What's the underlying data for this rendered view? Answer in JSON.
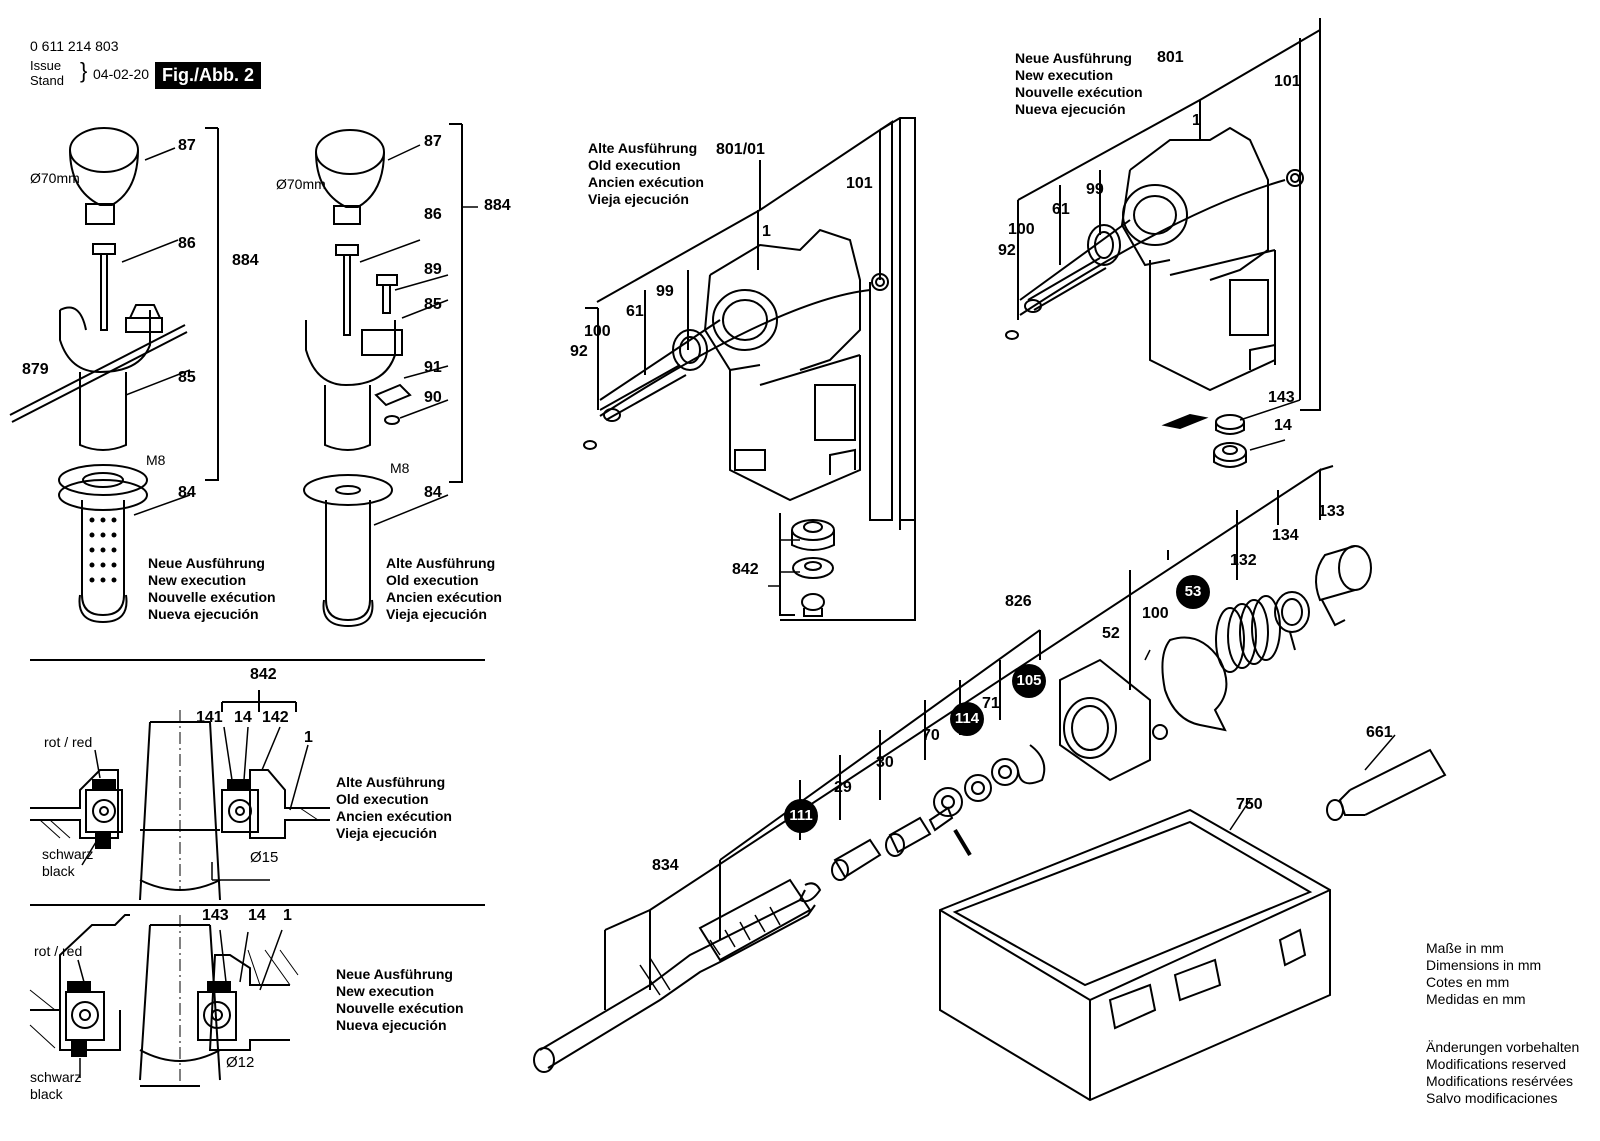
{
  "header": {
    "part_number": "0 611 214 803",
    "issue_label": "Issue\nStand",
    "date": "04-02-20",
    "figure": "Fig./Abb. 2"
  },
  "captions": {
    "new_execution": "Neue Ausführung\nNew execution\nNouvelle exécution\nNueva ejecución",
    "old_execution": "Alte Ausführung\nOld execution\nAncien exécution\nVieja ejecución",
    "dimensions": "Maße in mm\nDimensions in mm\nCotes en mm\nMedidas en mm",
    "modifications": "Änderungen vorbehalten\nModifications reserved\nModifications resérvées\nSalvo modificaciones"
  },
  "notes": {
    "diameter_70": "Ø70mm",
    "m8": "M8",
    "rot_red": "rot / red",
    "schwarz_black": "schwarz\nblack",
    "diameter_15": "Ø15",
    "diameter_12": "Ø12"
  },
  "part_numbers": {
    "p87": "87",
    "p86": "86",
    "p884": "884",
    "p879": "879",
    "p85": "85",
    "p84": "84",
    "p89": "89",
    "p91": "91",
    "p90": "90",
    "p801_01": "801/01",
    "p801": "801",
    "p1": "1",
    "p101": "101",
    "p99": "99",
    "p61": "61",
    "p100": "100",
    "p92": "92",
    "p842": "842",
    "p143": "143",
    "p14": "14",
    "p826": "826",
    "p133": "133",
    "p134": "134",
    "p132": "132",
    "p53": "53",
    "p52": "52",
    "p105": "105",
    "p71": "71",
    "p114": "114",
    "p70": "70",
    "p30": "30",
    "p29": "29",
    "p111": "111",
    "p834": "834",
    "p661": "661",
    "p750": "750",
    "p141": "141",
    "p142": "142"
  }
}
